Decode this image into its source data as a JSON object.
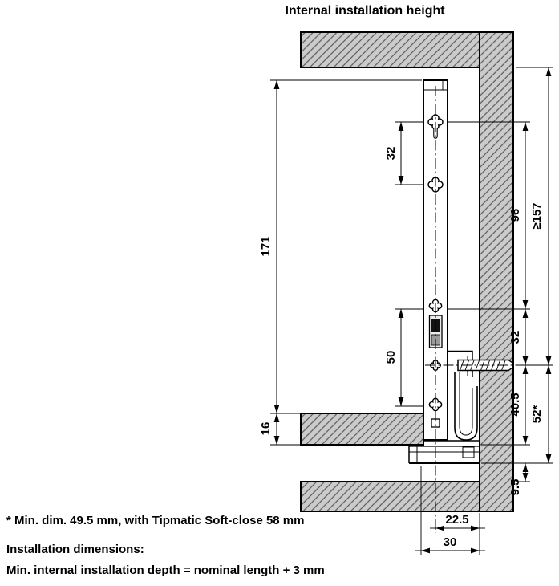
{
  "title": "Internal installation height",
  "dimensions": {
    "d32_top": "32",
    "d96": "96",
    "d157": "≥157",
    "d171": "171",
    "d50": "50",
    "d32_right": "32",
    "d16": "16",
    "d40_5": "40.5",
    "d52": "52*",
    "d9_5": "9.5",
    "d22_5": "22.5",
    "d30": "30"
  },
  "notes": {
    "footnote": "* Min. dim. 49.5 mm, with Tipmatic Soft-close 58 mm",
    "heading": "Installation dimensions:",
    "detail": "Min. internal installation depth = nominal length + 3 mm"
  }
}
